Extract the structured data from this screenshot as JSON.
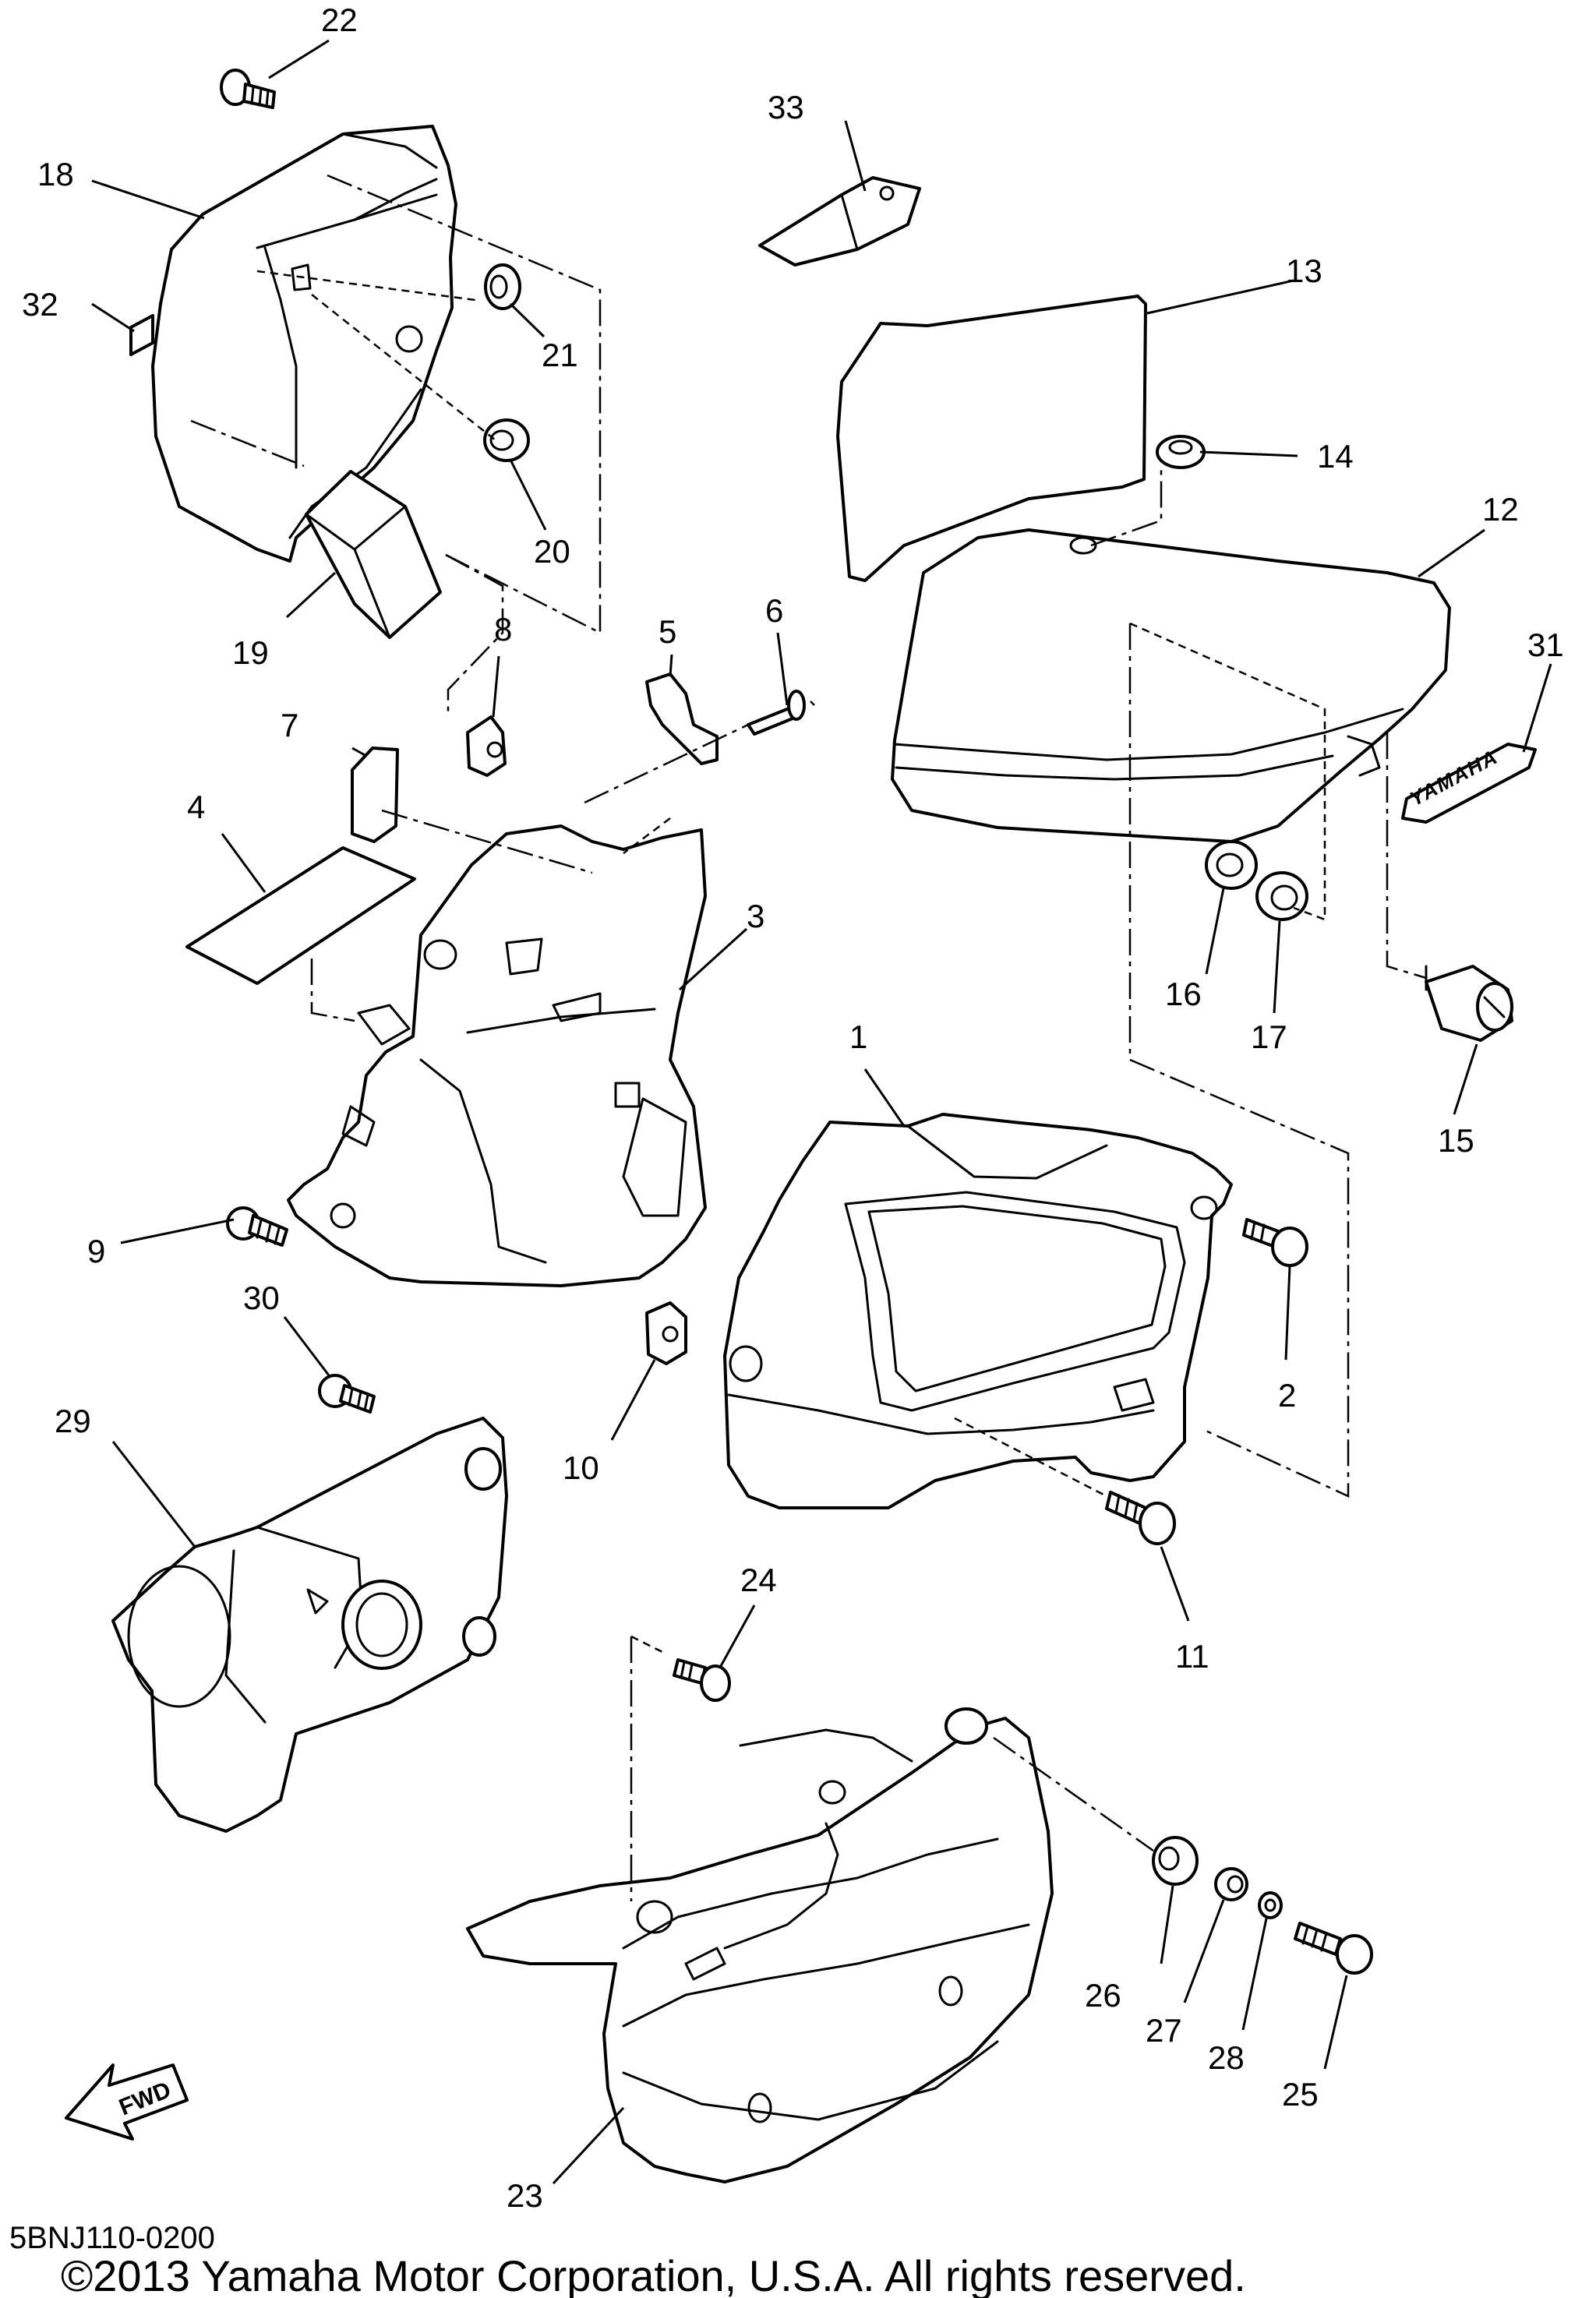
{
  "callouts": [
    {
      "id": "1",
      "text": "1"
    },
    {
      "id": "2",
      "text": "2"
    },
    {
      "id": "3",
      "text": "3"
    },
    {
      "id": "4",
      "text": "4"
    },
    {
      "id": "5",
      "text": "5"
    },
    {
      "id": "6",
      "text": "6"
    },
    {
      "id": "7",
      "text": "7"
    },
    {
      "id": "8",
      "text": "8"
    },
    {
      "id": "9",
      "text": "9"
    },
    {
      "id": "10",
      "text": "10"
    },
    {
      "id": "11",
      "text": "11"
    },
    {
      "id": "12",
      "text": "12"
    },
    {
      "id": "13",
      "text": "13"
    },
    {
      "id": "14",
      "text": "14"
    },
    {
      "id": "15",
      "text": "15"
    },
    {
      "id": "16",
      "text": "16"
    },
    {
      "id": "17",
      "text": "17"
    },
    {
      "id": "18",
      "text": "18"
    },
    {
      "id": "19",
      "text": "19"
    },
    {
      "id": "20",
      "text": "20"
    },
    {
      "id": "21",
      "text": "21"
    },
    {
      "id": "22",
      "text": "22"
    },
    {
      "id": "23",
      "text": "23"
    },
    {
      "id": "24",
      "text": "24"
    },
    {
      "id": "25",
      "text": "25"
    },
    {
      "id": "26",
      "text": "26"
    },
    {
      "id": "27",
      "text": "27"
    },
    {
      "id": "28",
      "text": "28"
    },
    {
      "id": "29",
      "text": "29"
    },
    {
      "id": "30",
      "text": "30"
    },
    {
      "id": "31",
      "text": "31"
    },
    {
      "id": "32",
      "text": "32"
    },
    {
      "id": "33",
      "text": "33"
    }
  ],
  "emblem_text": "YAMAHA",
  "fwd_label": "FWD",
  "diagram_code": "5BNJ110-0200",
  "copyright": "©2013 Yamaha Motor Corporation, U.S.A. All rights reserved."
}
